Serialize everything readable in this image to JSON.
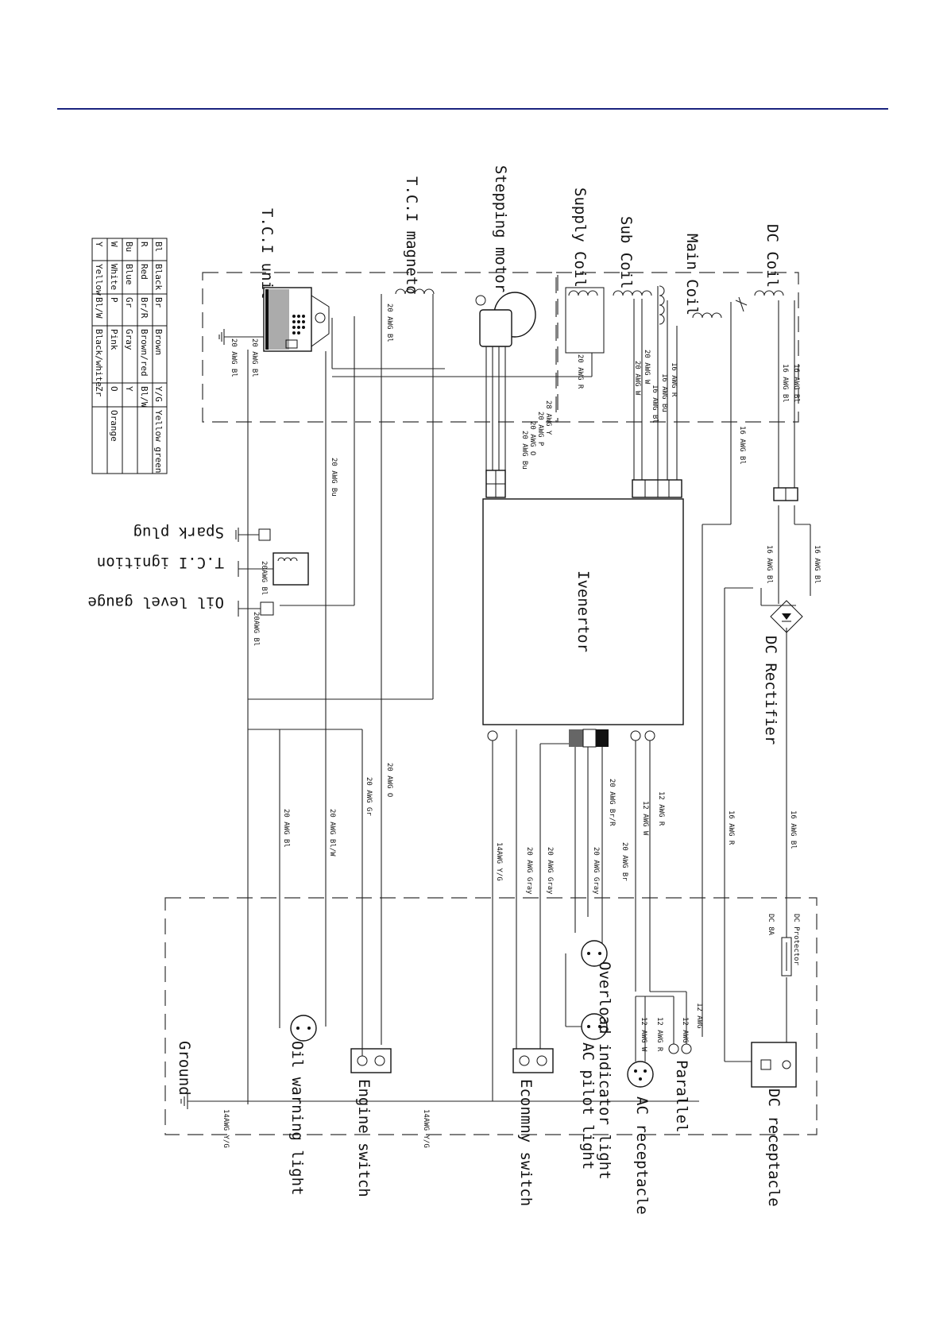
{
  "components": {
    "tci_unit": "T.C.I unit",
    "tci_magneto": "T.C.I magneto",
    "stepping_motor": "Stepping motor",
    "supply_coil": "Supply Coil",
    "sub_coil": "Sub Coil",
    "main_coil": "Main Coil",
    "dc_coil": "DC Coil",
    "spark_plug": "Spark plug",
    "tci_ignition": "T.C.I ignition",
    "oil_level_gauge": "Oil level gauge",
    "inverter": "Ivenertor",
    "dc_rectifier": "DC Rectifier",
    "dc_protector": "DC Protector",
    "dc_8a": "DC 8A",
    "ground": "Ground",
    "oil_warning_light": "Oil warning light",
    "engine_switch": "Engine switch",
    "economy_switch": "Econmny switch",
    "overload_indicator": "Overload indicator light",
    "ac_pilot_light": "AC pilot light",
    "ac_receptacle": "AC receptacle",
    "parallel": "Parallel",
    "dc_receptacle": "DC receptacle"
  },
  "wire_labels": {
    "w01": "20 AWG Bl",
    "w02": "20 AWG Bl",
    "w03": "20 AWG Bl",
    "w04": "20 AWG R",
    "w05": "20 AWG W",
    "w06": "20 AWG W",
    "w07": "16 AWG R",
    "w08": "16 AWG Bu",
    "w09": "16 AWG Bl",
    "w10": "16 AWG Bl",
    "w11": "16 AWG Bl",
    "w12": "28 AWG Y",
    "w13": "20 AWG P",
    "w14": "20 AWG O",
    "w15": "20 AWG Bu",
    "w16": "20 AWG Bu",
    "w17": "16 AWG Bl",
    "w18": "20AWG Bl",
    "w19": "20AWG Bl",
    "w20": "16 AWG Bl",
    "w21": "16 AWG Bl",
    "w22": "20 AWG Br/R",
    "w23": "12 AWG R",
    "w24": "12 AWG W",
    "w25": "20 AWG Br",
    "w26": "20 AWG Gray",
    "w27": "20 AWG Gray",
    "w28": "20 AWG Gray",
    "w29": "14AWG Y/G",
    "w30": "20 AWG O",
    "w31": "20 AWG Gr",
    "w32": "20 AWG Bl/W",
    "w33": "20 AWG Bl",
    "w34": "16 AWG Bl",
    "w35": "16 AWG R",
    "w36": "12 AWG",
    "w37": "12 AWG",
    "w38": "12 AWG R",
    "w39": "12 AWG W",
    "w40": "14AWG Y/G",
    "w41": "14AWG Y/G"
  },
  "legend": [
    [
      "Bl",
      "Black",
      "Br",
      "Brown",
      "Y/G",
      "Yellow green"
    ],
    [
      "R",
      "Red",
      "Br/R",
      "Brown/red",
      "Bl/W",
      ""
    ],
    [
      "Bu",
      "Blue",
      "Gr",
      "Gray",
      "Y",
      ""
    ],
    [
      "W",
      "White",
      "P",
      "Pink",
      "O",
      "Orange"
    ],
    [
      "Y",
      "Yellow",
      "Bl/W",
      "Black/white",
      "Zr",
      ""
    ]
  ],
  "colors": {
    "border_line": "#1a237e"
  }
}
